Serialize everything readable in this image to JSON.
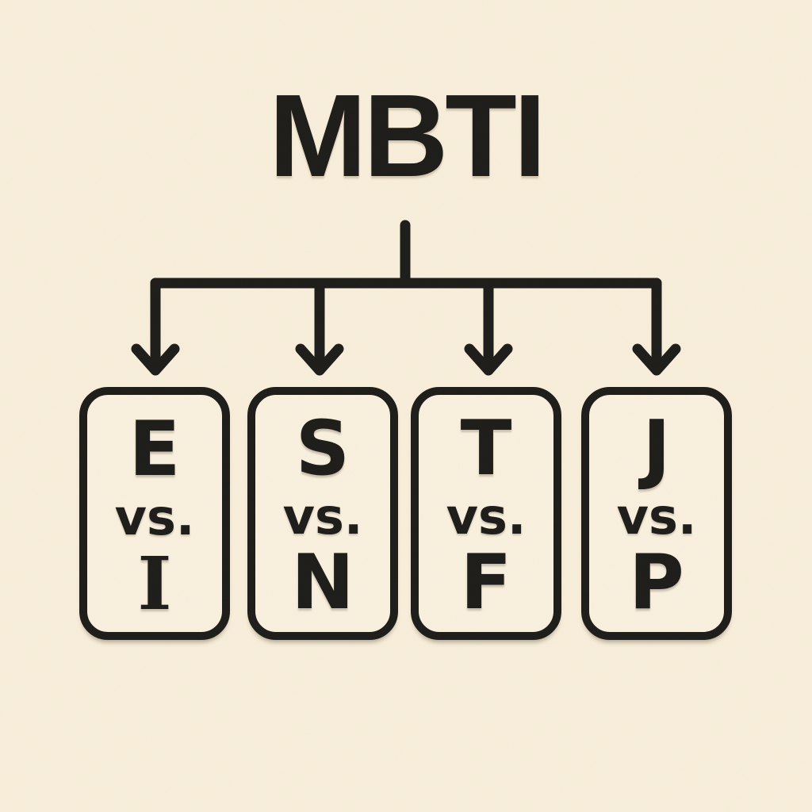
{
  "title": "MBTI",
  "colors": {
    "background": "#f8eeda",
    "box_fill": "#f9f0de",
    "ink": "#1c1b18"
  },
  "icons": {
    "arrow_down_icon": "chevron-v-arrowhead"
  },
  "dichotomies": [
    {
      "top": "E",
      "middle": "vs.",
      "bottom": "I"
    },
    {
      "top": "S",
      "middle": "vs.",
      "bottom": "N"
    },
    {
      "top": "T",
      "middle": "vs.",
      "bottom": "F"
    },
    {
      "top": "J",
      "middle": "vs.",
      "bottom": "P"
    }
  ]
}
